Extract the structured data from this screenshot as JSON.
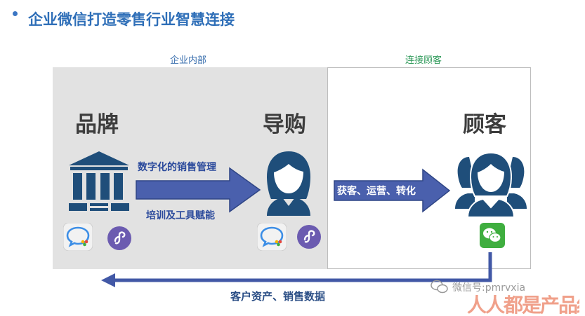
{
  "title": "企业微信打造零售行业智慧连接",
  "sections": {
    "internal": "企业内部",
    "connect": "连接顾客"
  },
  "nodes": {
    "brand": "品牌",
    "guide": "导购",
    "customer": "顾客"
  },
  "arrows": {
    "top": "数字化的销售管理",
    "bottom": "培训及工具赋能",
    "right": "获客、运营、转化",
    "return": "客户资产、销售数据"
  },
  "watermark": {
    "account": "微信号:pmrvxia",
    "logo": "人人都是产品经理"
  },
  "colors": {
    "title": "#2f6fb8",
    "navy": "#1f4e7a",
    "arrow": "#4258a6",
    "panel": "#e2e2e2",
    "green": "#3fae3f"
  },
  "icons": [
    "wecom-icon",
    "mini-program-icon",
    "wechat-icon",
    "bank-icon",
    "person-icon",
    "people-icon"
  ]
}
